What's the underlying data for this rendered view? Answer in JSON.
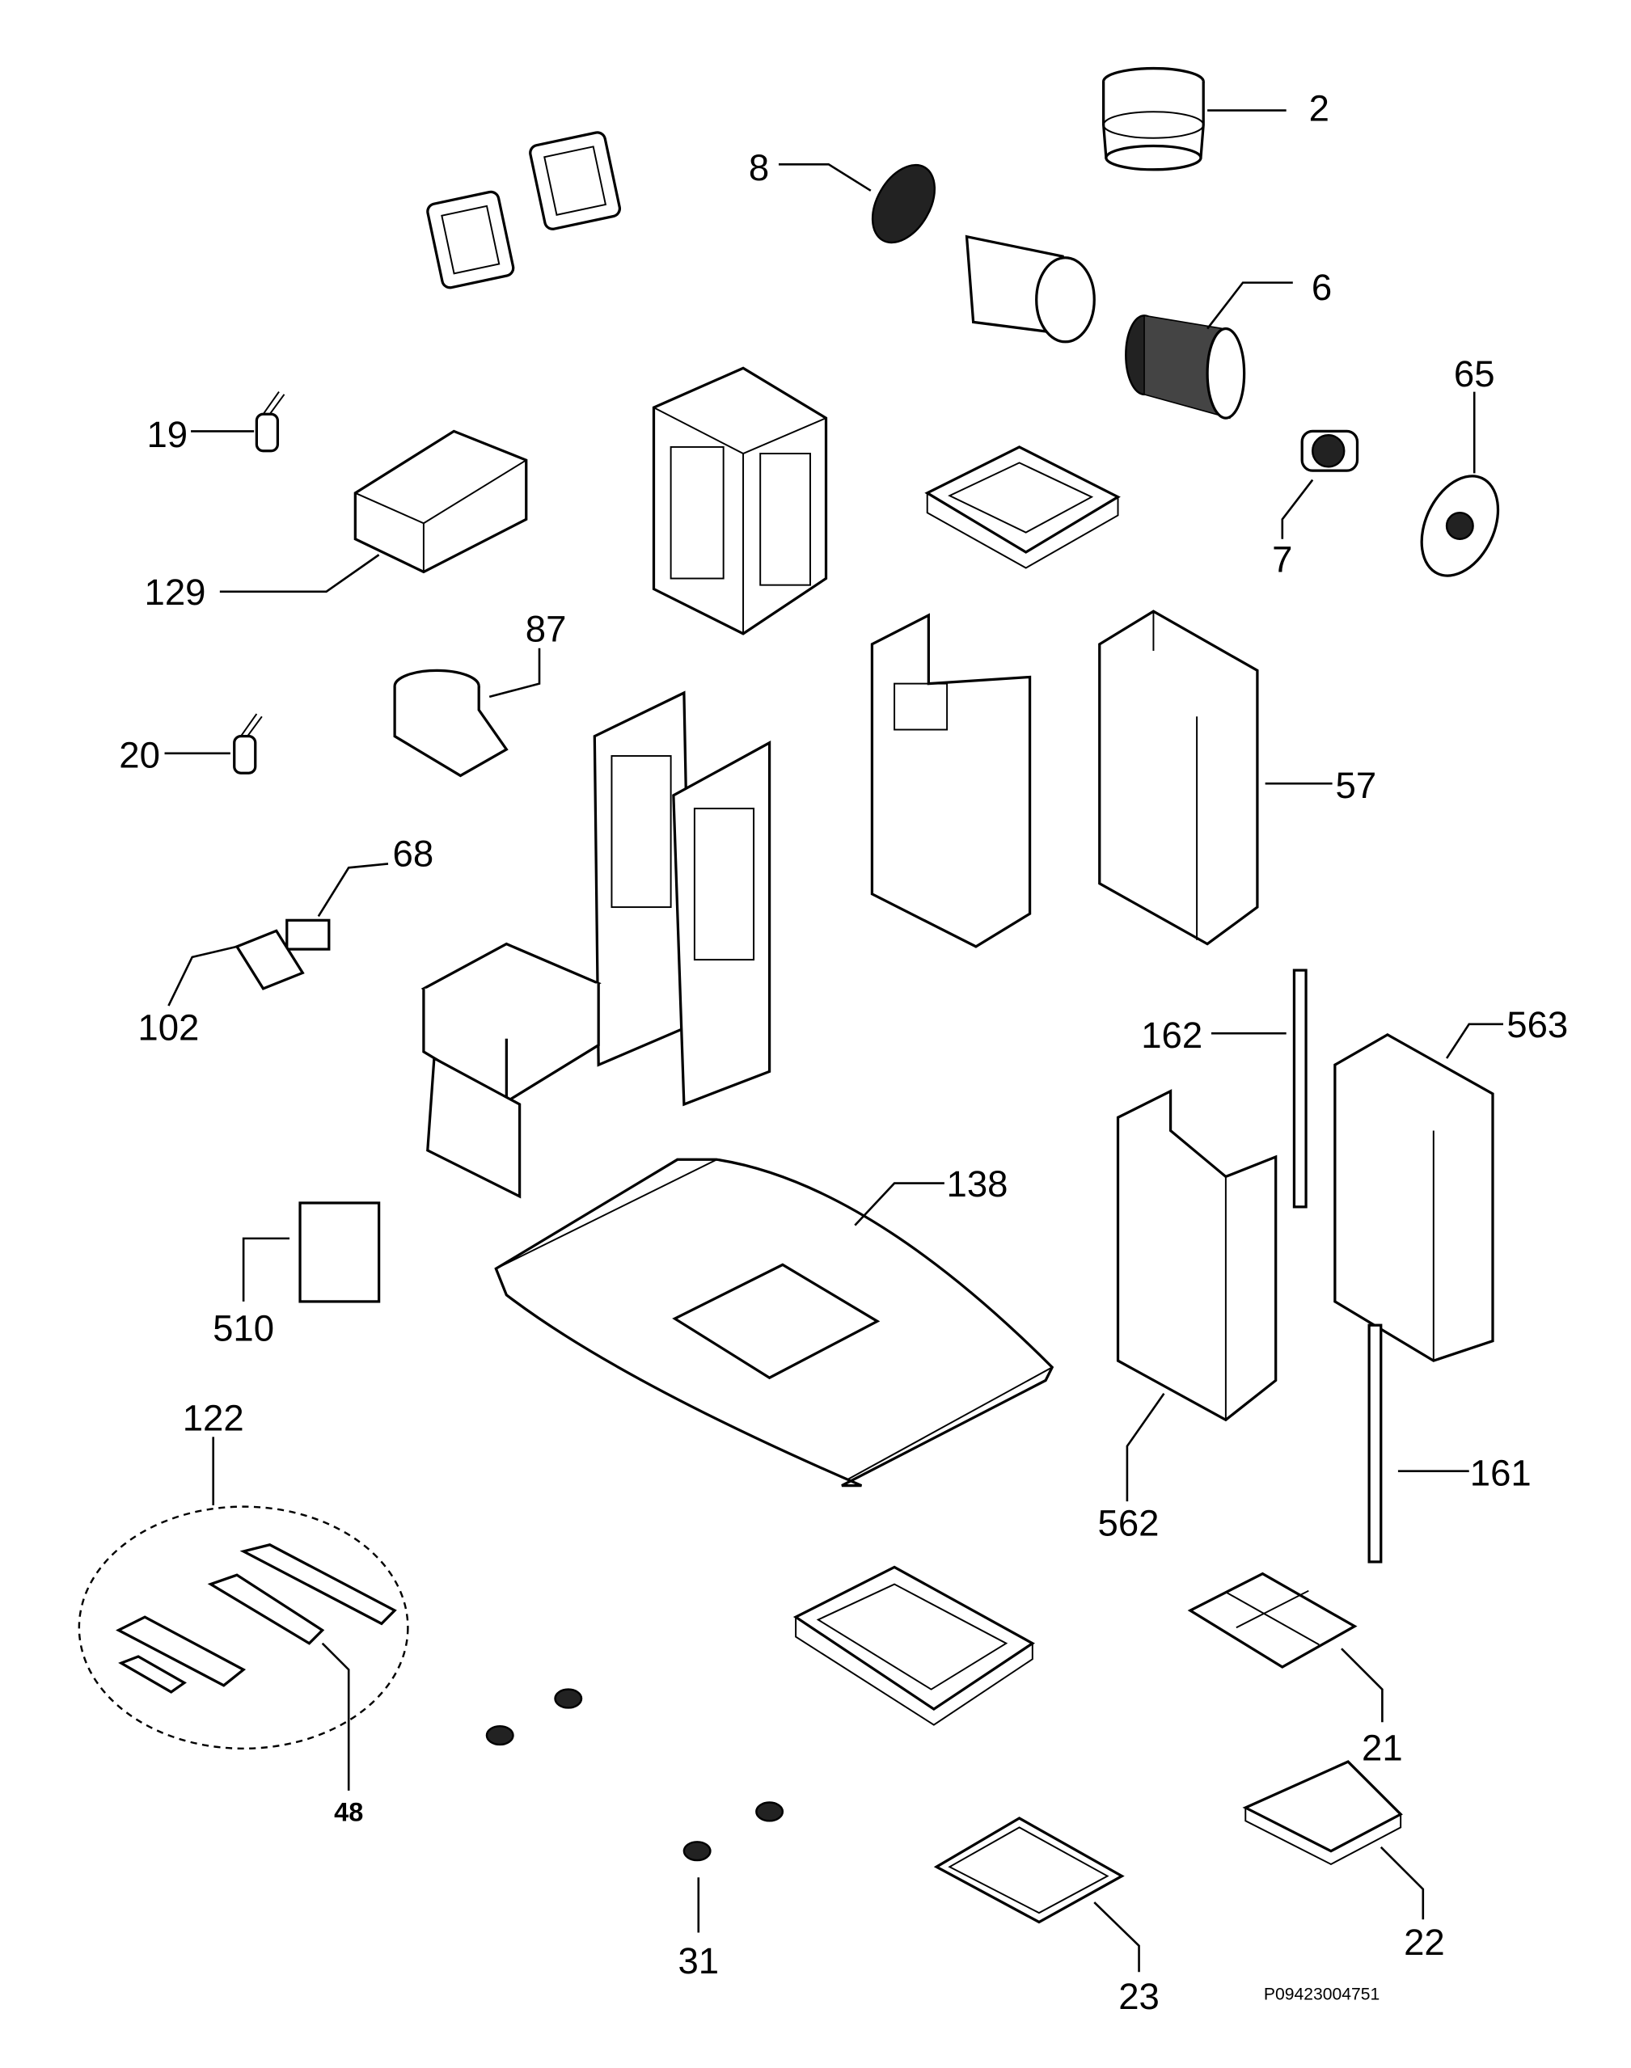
{
  "diagram": {
    "title": "Exploded parts diagram",
    "drawing_code": "P09423004751",
    "callouts": [
      {
        "id": "2",
        "label": "2"
      },
      {
        "id": "8",
        "label": "8"
      },
      {
        "id": "6",
        "label": "6"
      },
      {
        "id": "65",
        "label": "65"
      },
      {
        "id": "19",
        "label": "19"
      },
      {
        "id": "129",
        "label": "129"
      },
      {
        "id": "7",
        "label": "7"
      },
      {
        "id": "87",
        "label": "87"
      },
      {
        "id": "20",
        "label": "20"
      },
      {
        "id": "57",
        "label": "57"
      },
      {
        "id": "68",
        "label": "68"
      },
      {
        "id": "102",
        "label": "102"
      },
      {
        "id": "162",
        "label": "162"
      },
      {
        "id": "563",
        "label": "563"
      },
      {
        "id": "138",
        "label": "138"
      },
      {
        "id": "510",
        "label": "510"
      },
      {
        "id": "122",
        "label": "122"
      },
      {
        "id": "562",
        "label": "562"
      },
      {
        "id": "161",
        "label": "161"
      },
      {
        "id": "21",
        "label": "21"
      },
      {
        "id": "48",
        "label": "48"
      },
      {
        "id": "22",
        "label": "22"
      },
      {
        "id": "31",
        "label": "31"
      },
      {
        "id": "23",
        "label": "23"
      }
    ]
  }
}
